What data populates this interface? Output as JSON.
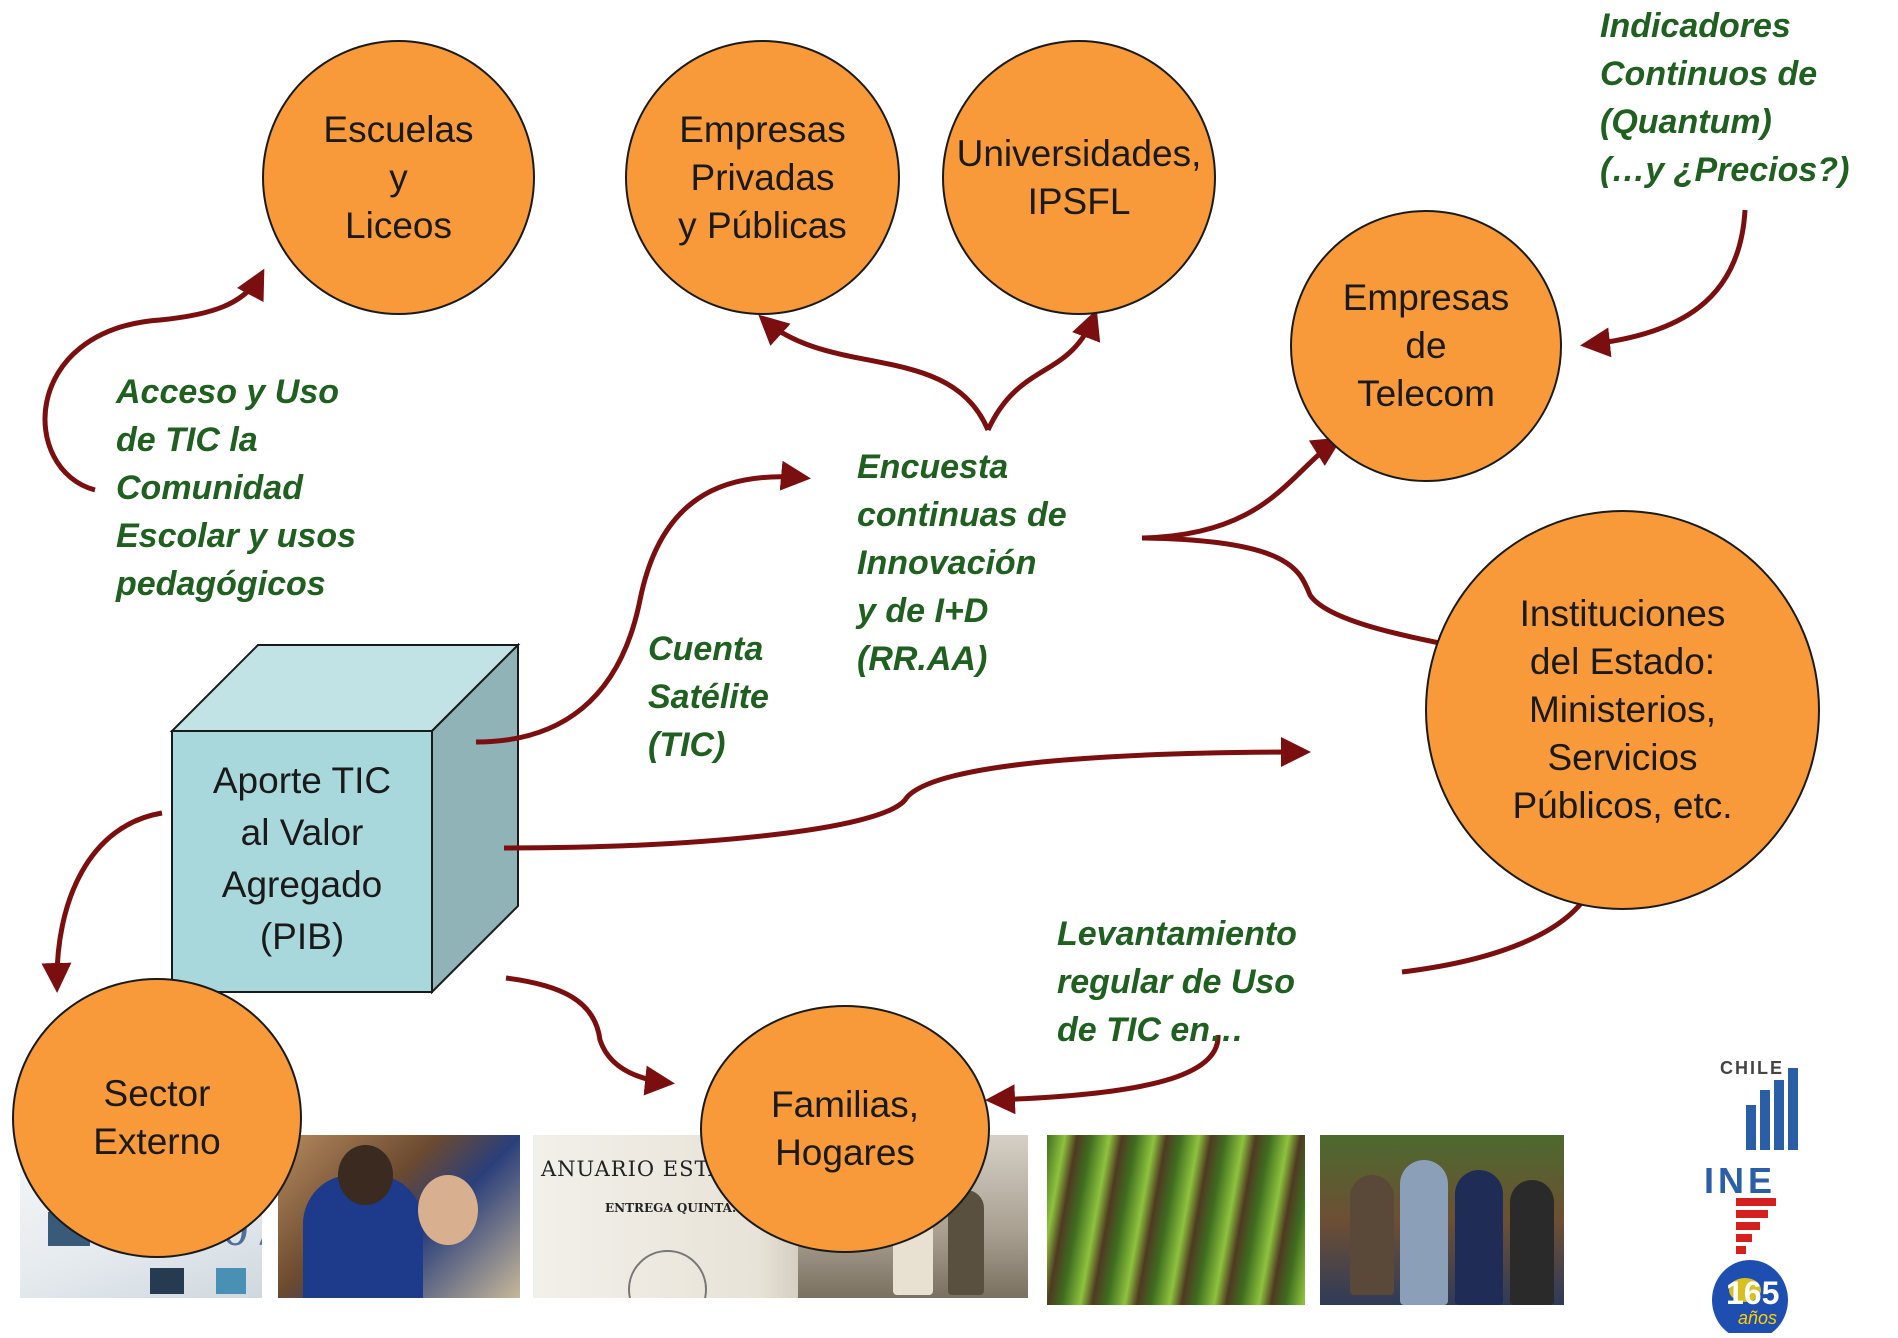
{
  "nodes": {
    "escuelas": "Escuelas\ny\nLiceos",
    "empresas_privadas": "Empresas\nPrivadas\ny Públicas",
    "universidades": "Universidades,\nIPSFL",
    "empresas_telecom": "Empresas\nde\nTelecom",
    "instituciones": "Instituciones\ndel Estado:\nMinisterios,\nServicios\nPúblicos, etc.",
    "sector_externo": "Sector\nExterno",
    "familias": "Familias,\nHogares"
  },
  "cube": {
    "label": "Aporte TIC\nal Valor\nAgregado\n(PIB)"
  },
  "labels": {
    "indicadores": "Indicadores\nContinuos de\n(Quantum)\n(…y ¿Precios?)",
    "acceso": "Acceso y Uso\nde TIC la\nComunidad\nEscolar y usos\npedagógicos",
    "encuesta": "Encuesta\ncontinuas de\nInnovación\ny de I+D\n(RR.AA)",
    "cuenta": "Cuenta\nSatélite\n(TIC)",
    "levantamiento": "Levantamiento\nregular de Uso\nde TIC en…"
  },
  "photos": {
    "anuario_year": "2007",
    "anuario_title": "ANUARIO ESTADÍ",
    "anuario_sub": "ENTREGA QUINTA."
  },
  "logo": {
    "country": "CHILE",
    "acronym": "INE",
    "years": "165",
    "anos": "años"
  },
  "colors": {
    "node_fill": "#f8993a",
    "cube_fill": "#a9d8dc",
    "arrow": "#7b0f0f",
    "label_green": "#1f5f1f"
  }
}
